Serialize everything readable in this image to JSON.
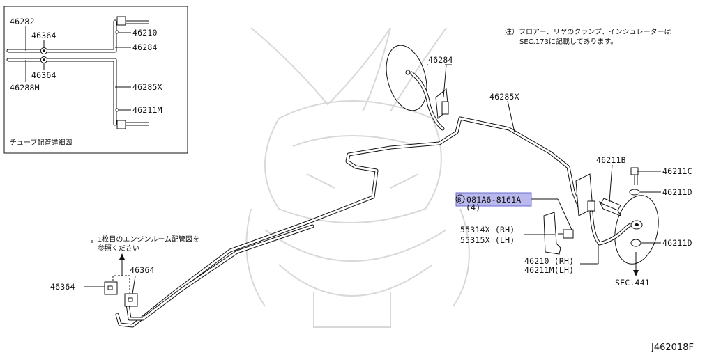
{
  "inset": {
    "caption": "チューブ配管詳細図",
    "labels": {
      "p46282": "46282",
      "p46364_top": "46364",
      "p46364_bot": "46364",
      "p46288M": "46288M",
      "p46210": "46210",
      "p46284": "46284",
      "p46285X": "46285X",
      "p46211M": "46211M"
    }
  },
  "note": {
    "line1": "注）フロアー、リヤのクランプ、インシュレーターは",
    "line2": "SEC.173に記載してあります。"
  },
  "engine_note": {
    "line1": "1枚目のエンジンルーム配管図を",
    "line2": "参照ください"
  },
  "labels": {
    "p46284": "46284",
    "p46285X": "46285X",
    "p46211B": "46211B",
    "p46211C": "46211C",
    "p46211D_top": "46211D",
    "p46211D_bot": "46211D",
    "bolt_circle": "B",
    "bolt_part": "081A6-8161A",
    "bolt_qty": "(4)",
    "p55314X": "55314X (RH)",
    "p55315X": "55315X (LH)",
    "p46210": "46210  (RH)",
    "p46211M": "46211M(LH)",
    "sec441": "SEC.441",
    "p46364_a": "46364",
    "p46364_b": "46364"
  },
  "figure_code": "J462018F",
  "colors": {
    "highlight": "#b9b9ee",
    "highlight_border": "#6a6ad0",
    "ink": "#111111",
    "watermark": "#d8d8d8"
  }
}
